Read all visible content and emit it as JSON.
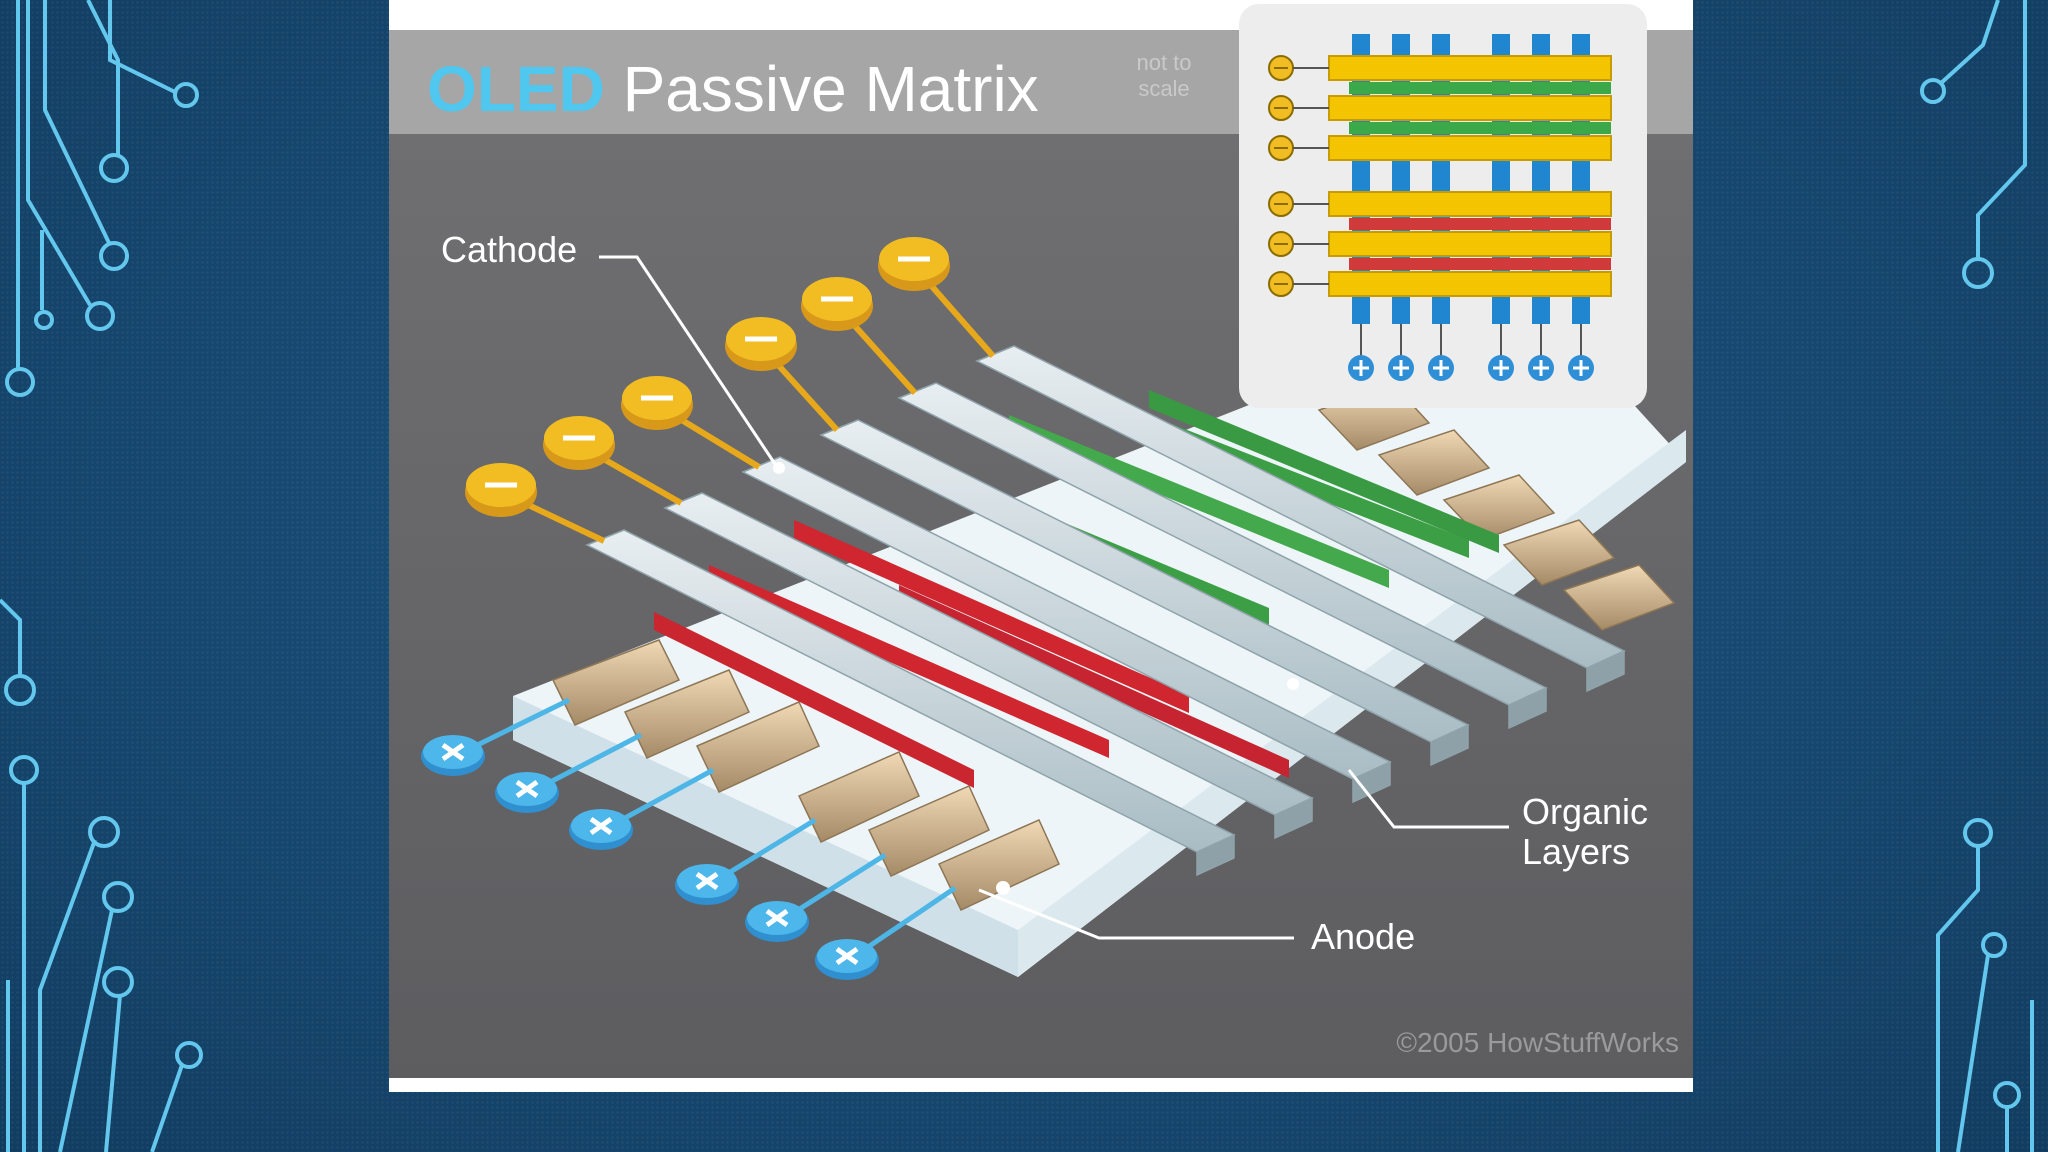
{
  "title": {
    "accent": "OLED",
    "main": "Passive Matrix"
  },
  "note": "not to scale",
  "labels": {
    "cathode": "Cathode",
    "organic_layers_line1": "Organic",
    "organic_layers_line2": "Layers",
    "anode": "Anode"
  },
  "copyright": "©2005 HowStuffWorks",
  "colors": {
    "slide_background": "#164a74",
    "circuit_lines": "#63c7ee",
    "title_accent": "#4fc7ee",
    "cathode_terminal": "#f2bd22",
    "anode_terminal": "#3aa0d8",
    "red_emitter": "#cf2630",
    "green_emitter": "#3c9f45"
  },
  "icons": {
    "cathode_terminal": "minus-icon",
    "anode_terminal": "x-icon",
    "inset_anode_terminal": "plus-icon"
  }
}
